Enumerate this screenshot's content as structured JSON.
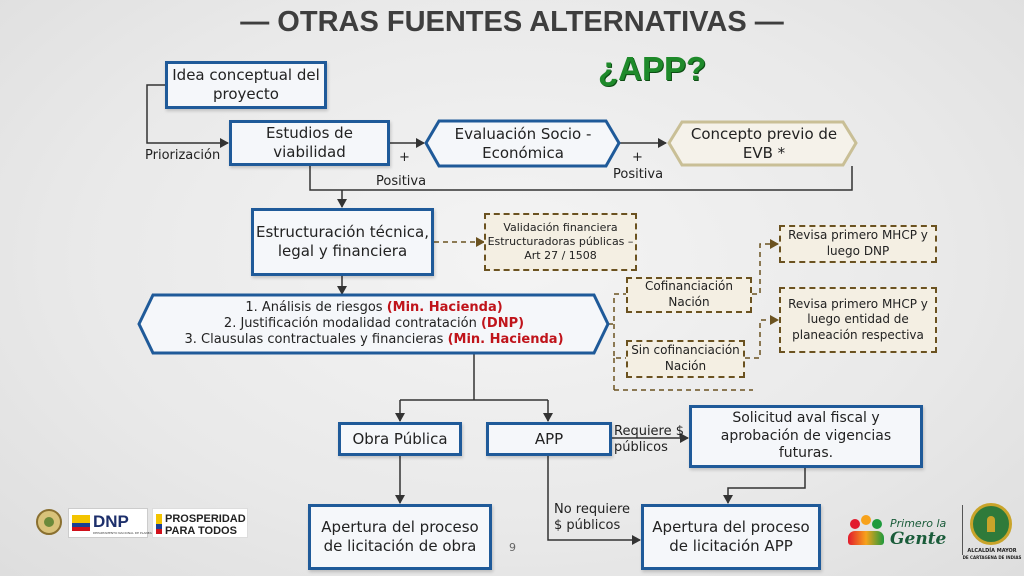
{
  "title": "— OTRAS FUENTES ALTERNATIVAS —",
  "subtitle": "¿APP?",
  "nodes": {
    "idea": "Idea conceptual del proyecto",
    "estudios": "Estudios de viabilidad",
    "evaluacion": "Evaluación Socio - Económica",
    "concepto": "Concepto previo de EVB *",
    "estructuracion": "Estructuración técnica, legal y financiera",
    "validacion": "Validación financiera Estructuradoras públicas – Art 27 / 1508",
    "cofinanciacion": "Cofinanciación Nación",
    "sin_cofinanciacion": "Sin cofinanciación Nación",
    "revisa_dnp": "Revisa primero MHCP y luego DNP",
    "revisa_entidad": "Revisa primero MHCP y luego entidad de planeación respectiva",
    "obra_publica": "Obra Pública",
    "app": "APP",
    "solicitud": "Solicitud aval fiscal y aprobación de vigencias futuras.",
    "apertura_obra": "Apertura del proceso de licitación de obra",
    "apertura_app": "Apertura del proceso de licitación APP"
  },
  "analisis": {
    "item1": "1. Análisis de riesgos",
    "item1_tag": "(Min. Hacienda)",
    "item2": "2. Justificación modalidad contratación",
    "item2_tag": "(DNP)",
    "item3": "3. Clausulas contractuales y financieras",
    "item3_tag": "(Min. Hacienda)"
  },
  "labels": {
    "priorizacion": "Priorización",
    "plus1": "+",
    "positiva1": "Positiva",
    "plus2": "+",
    "positiva2": "Positiva",
    "requiere": "Requiere $ públicos",
    "no_requiere": "No requiere $ públicos"
  },
  "page_number": "9",
  "logos": {
    "dnp": "DNP",
    "dnp_sub": "DEPARTAMENTO NACIONAL DE PLANEACIÓN",
    "prosperidad_1": "PROSPERIDAD",
    "prosperidad_2": "PARA TODOS",
    "primero_1": "Primero la",
    "primero_2": "Gente",
    "alcaldia_1": "ALCALDÍA MAYOR",
    "alcaldia_2": "DE CARTAGENA DE INDIAS"
  },
  "colors": {
    "box_border": "#1f5a99",
    "dashed_border": "#6b5220",
    "highlight_red": "#c0141b",
    "app_green": "#1e8a2a"
  }
}
